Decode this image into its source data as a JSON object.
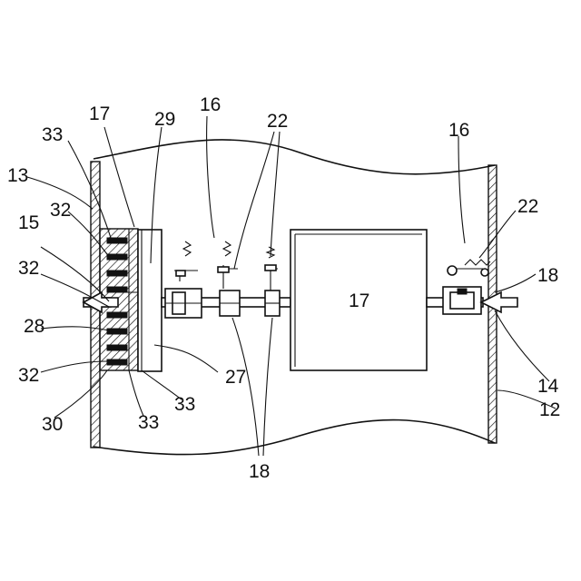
{
  "labels": {
    "l17a": "17",
    "l29": "29",
    "l16a": "16",
    "l22a": "22",
    "l16b": "16",
    "l33a": "33",
    "l13": "13",
    "l32a": "32",
    "l15": "15",
    "l32b": "32",
    "l28": "28",
    "l32c": "32",
    "l30": "30",
    "l33b": "33",
    "l33c": "33",
    "l27": "27",
    "l17b": "17",
    "l22b": "22",
    "l18a": "18",
    "l14": "14",
    "l12": "12",
    "l18b": "18"
  }
}
